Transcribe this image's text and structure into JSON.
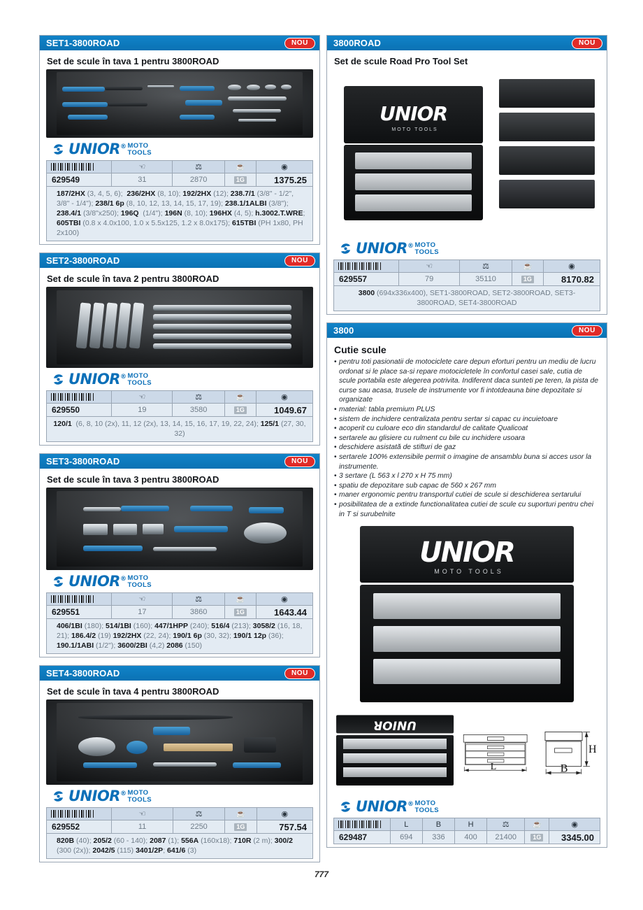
{
  "page": {
    "number": "777"
  },
  "brand": {
    "word": "UNIOR",
    "reg": "®",
    "sub_line1": "MOTO",
    "sub_line2": "TOOLS",
    "color": "#0b6fb8"
  },
  "badges": {
    "new_label": "NOU"
  },
  "table_headers": {
    "barcode": "barcode-icon",
    "pieces": "hand-pieces-icon",
    "weight": "weight-icon",
    "packing": "box-icon",
    "price": "coins-icon",
    "L": "L",
    "B": "B",
    "H": "H"
  },
  "left_column": [
    {
      "code": "SET1-3800ROAD",
      "title": "Set de scule în tava 1 pentru 3800ROAD",
      "badge": "NOU",
      "image": "tray-1-screwdrivers-pliers-sockets",
      "row": {
        "sku": "629549",
        "pieces": "31",
        "weight": "2870",
        "packing": "1G",
        "price": "1375.25"
      },
      "contents_html": "<b>187/2HX</b> (3, 4, 5, 6);&nbsp; <b>236/2HX</b> (8, 10); <b>192/2HX</b> (12); <b>238.7/1</b> (3/8\" - 1/2\", 3/8\" - 1/4\"); <b>238/1 6p</b> (8, 10, 12, 13, 14, 15, 17, 19); <b>238.1/1ALBI</b> (3/8\"); <b>238.4/1</b> (3/8\"x250); <b>196Q</b>&nbsp; (1/4\"); <b>196N</b> (8, 10); <b>196HX</b> (4, 5); <b>h.3002.T.WRE</b>; <b>605TBI</b> (0.8 x 4.0x100, 1.0 x 5.5x125, 1.2 x 8.0x175); <b>615TBI</b> (PH 1x80, PH 2x100)"
    },
    {
      "code": "SET2-3800ROAD",
      "title": "Set de scule în tava 2 pentru 3800ROAD",
      "badge": "NOU",
      "image": "tray-2-combination-wrenches",
      "row": {
        "sku": "629550",
        "pieces": "19",
        "weight": "3580",
        "packing": "1G",
        "price": "1049.67"
      },
      "contents_html": "<b>120/1</b>&nbsp; (6, 8, 10 (2x), 11, 12 (2x), 13, 14, 15, 16, 17, 19, 22, 24); <b>125/1</b> (27, 30, 32)"
    },
    {
      "code": "SET3-3800ROAD",
      "title": "Set de scule în tava 3 pentru 3800ROAD",
      "badge": "NOU",
      "image": "tray-3-pliers-sockets-bowl",
      "row": {
        "sku": "629551",
        "pieces": "17",
        "weight": "3860",
        "packing": "1G",
        "price": "1643.44"
      },
      "contents_html": "<b>406/1BI</b> (180); <b>514/1BI</b> (160); <b>447/1HPP</b> (240); <b>516/4</b> (213); <b>3058/2</b> (16, 18, 21); <b>186.4/2</b> (19) <b>192/2HX</b> (22, 24); <b>190/1 6p</b> (30, 32); <b>190/1 12p</b> (36); <b>190.1/1ABI</b> (1/2\"); <b>3600/2BI</b> (4,2) <b>2086</b> (150)"
    },
    {
      "code": "SET4-3800ROAD",
      "title": "Set de scule în tava 4 pentru 3800ROAD",
      "badge": "NOU",
      "image": "tray-4-hammer-tape-measure-tools",
      "row": {
        "sku": "629552",
        "pieces": "11",
        "weight": "2250",
        "packing": "1G",
        "price": "757.54"
      },
      "contents_html": "<b>820B</b> (40); <b>205/2</b> (60 - 140); <b>2087</b> (1); <b>556A</b> (160x18); <b>710R</b> (2 m); <b>300/2</b> (300 (2x)); <b>2042/5</b> (115) <b>3401/2P</b>; <b>641/6</b> (3)"
    }
  ],
  "right_column": [
    {
      "code": "3800ROAD",
      "title": "Set de scule Road Pro Tool Set",
      "badge": "NOU",
      "image": "tool-chest-open-with-trays",
      "row": {
        "sku": "629557",
        "pieces": "79",
        "weight": "35110",
        "packing": "1G",
        "price": "8170.82"
      },
      "contents_html": "<b>3800</b> (694x336x400), SET1-3800ROAD, SET2-3800ROAD, SET3-3800ROAD, SET4-3800ROAD"
    },
    {
      "code": "3800",
      "title": "Cutie scule",
      "badge": "NOU",
      "image": "tool-chest-closed-and-dimension-drawing",
      "features": [
        "pentru toti pasionatii de motociclete care depun eforturi pentru un mediu de lucru ordonat si le place sa-si repare motocicletele în confortul casei sale, cutia de scule portabila este alegerea potrivita. Indiferent daca sunteti pe teren, la pista de curse sau acasa, trusele de instrumente vor fi intotdeauna bine depozitate si organizate",
        "material: tabla premium PLUS",
        "sistem de inchidere centralizata pentru sertar si capac cu incuietoare",
        "acoperit cu culoare eco din standardul de calitate Qualicoat",
        "sertarele au glisiere cu rulment cu bile cu inchidere usoara",
        "deschidere asistată de stifturi de gaz",
        "sertarele 100% extensibile permit o imagine de ansamblu buna si acces usor la instrumente.",
        "3 sertare (L 563 x l 270 x H 75 mm)",
        "spatiu de depozitare sub capac de 560 x 267 mm",
        "maner ergonomic pentru transportul cutiei de scule si deschiderea sertarului",
        "posibilitatea de a extinde functionalitatea cutiei de scule cu suporturi pentru chei in T si surubelnite"
      ],
      "dimension_labels": {
        "L": "L",
        "B": "B",
        "H": "H"
      },
      "row": {
        "sku": "629487",
        "L": "694",
        "B": "336",
        "H": "400",
        "weight": "21400",
        "packing": "1G",
        "price": "3345.00"
      }
    }
  ]
}
